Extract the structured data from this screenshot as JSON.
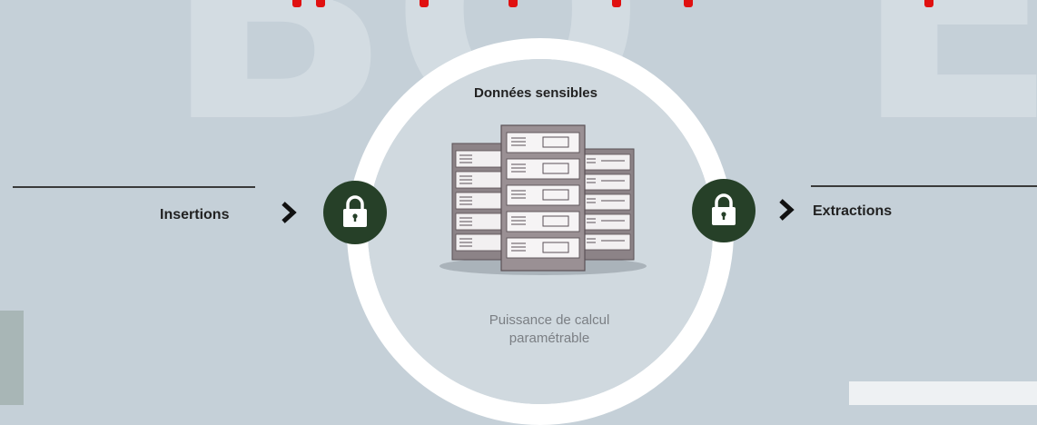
{
  "diagram": {
    "title": "Données sensibles",
    "caption_line1": "Puissance de calcul",
    "caption_line2": "paramétrable",
    "left_label": "Insertions",
    "right_label": "Extractions"
  },
  "icons": {
    "left_arrow": "chevron-right-icon",
    "right_arrow": "chevron-right-icon",
    "left_lock": "lock-icon",
    "right_lock": "lock-icon",
    "server": "server-rack-icon"
  },
  "colors": {
    "background": "#c5d0d8",
    "ring": "#ffffff",
    "lock_badge": "#264028",
    "text": "#222222",
    "caption": "#7b7f84"
  }
}
